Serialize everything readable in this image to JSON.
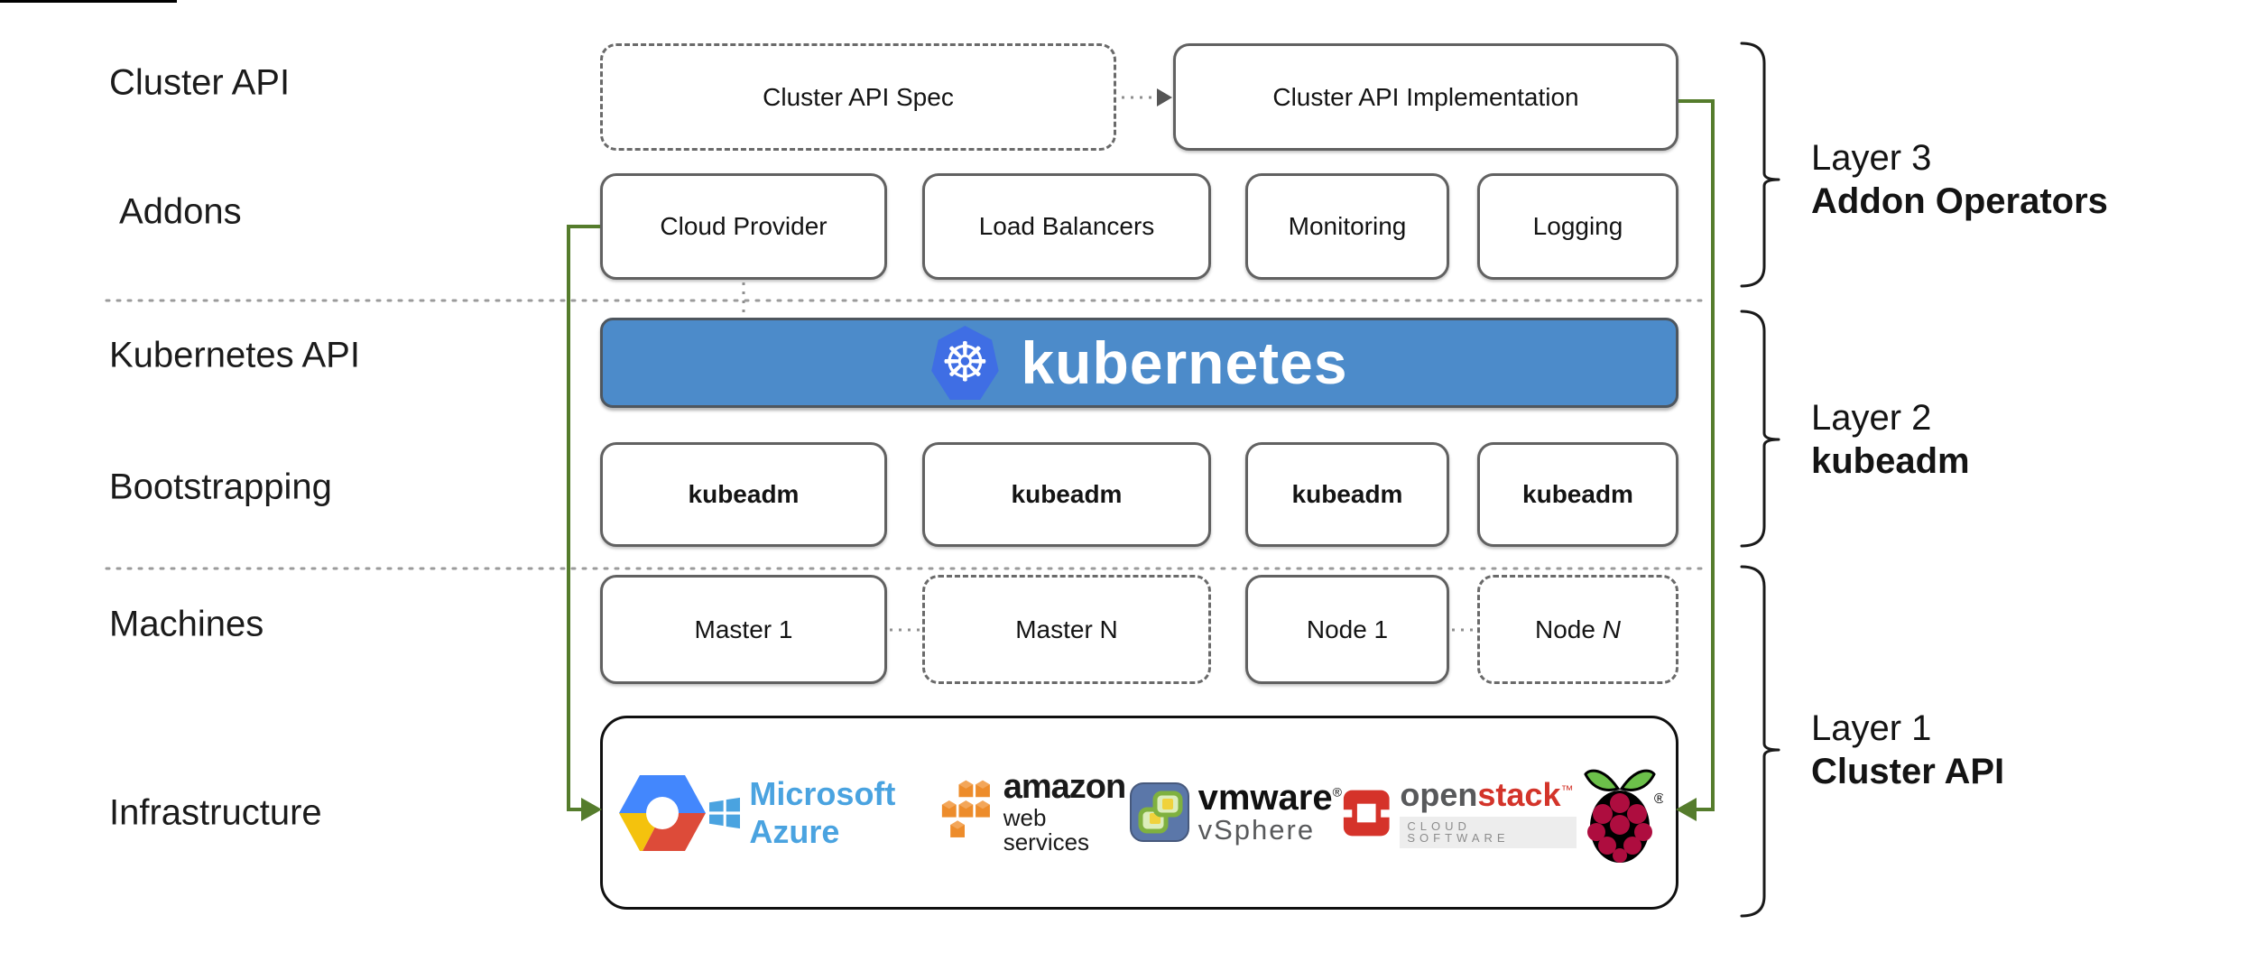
{
  "left_labels": {
    "cluster_api": "Cluster API",
    "addons": "Addons",
    "kubernetes_api": "Kubernetes API",
    "bootstrapping": "Bootstrapping",
    "machines": "Machines",
    "infrastructure": "Infrastructure"
  },
  "top_row": {
    "spec_label": "Cluster API Spec",
    "impl_label": "Cluster API Implementation"
  },
  "addons_row": {
    "cloud_provider": "Cloud Provider",
    "load_balancers": "Load Balancers",
    "monitoring": "Monitoring",
    "logging": "Logging"
  },
  "banner": {
    "label": "kubernetes",
    "wheel_glyph": "☸"
  },
  "bootstrapping_row": {
    "b1": "kubeadm",
    "b2": "kubeadm",
    "b3": "kubeadm",
    "b4": "kubeadm"
  },
  "machines_row": {
    "master1": "Master 1",
    "masterN": "Master N",
    "node1": "Node 1",
    "nodeN_prefix": "Node ",
    "nodeN_suffix": "N"
  },
  "infrastructure_row": {
    "azure": {
      "label": "Microsoft Azure"
    },
    "aws": {
      "line1": "amazon",
      "line2": "web services"
    },
    "vmware": {
      "line1": "vmware",
      "reg": "®",
      "line2": "vSphere"
    },
    "openstack": {
      "open": "open",
      "stack": "stack",
      "tm": "™",
      "sub": "CLOUD SOFTWARE"
    },
    "raspberry": {
      "reg": "®"
    }
  },
  "layer_labels": {
    "layer3": {
      "line1": "Layer 3",
      "line2": "Addon Operators"
    },
    "layer2": {
      "line1": "Layer 2",
      "line2": "kubeadm"
    },
    "layer1": {
      "line1": "Layer 1",
      "line2": "Cluster API"
    }
  },
  "colors": {
    "banner_blue": "#4c8bca",
    "k8s_blue": "#3f6ee4",
    "green": "#557c2c",
    "border_gray": "#616161",
    "azure_blue": "#4aa3e0",
    "aws_orange": "#ed8c2b",
    "openstack_red": "#d3342a"
  }
}
